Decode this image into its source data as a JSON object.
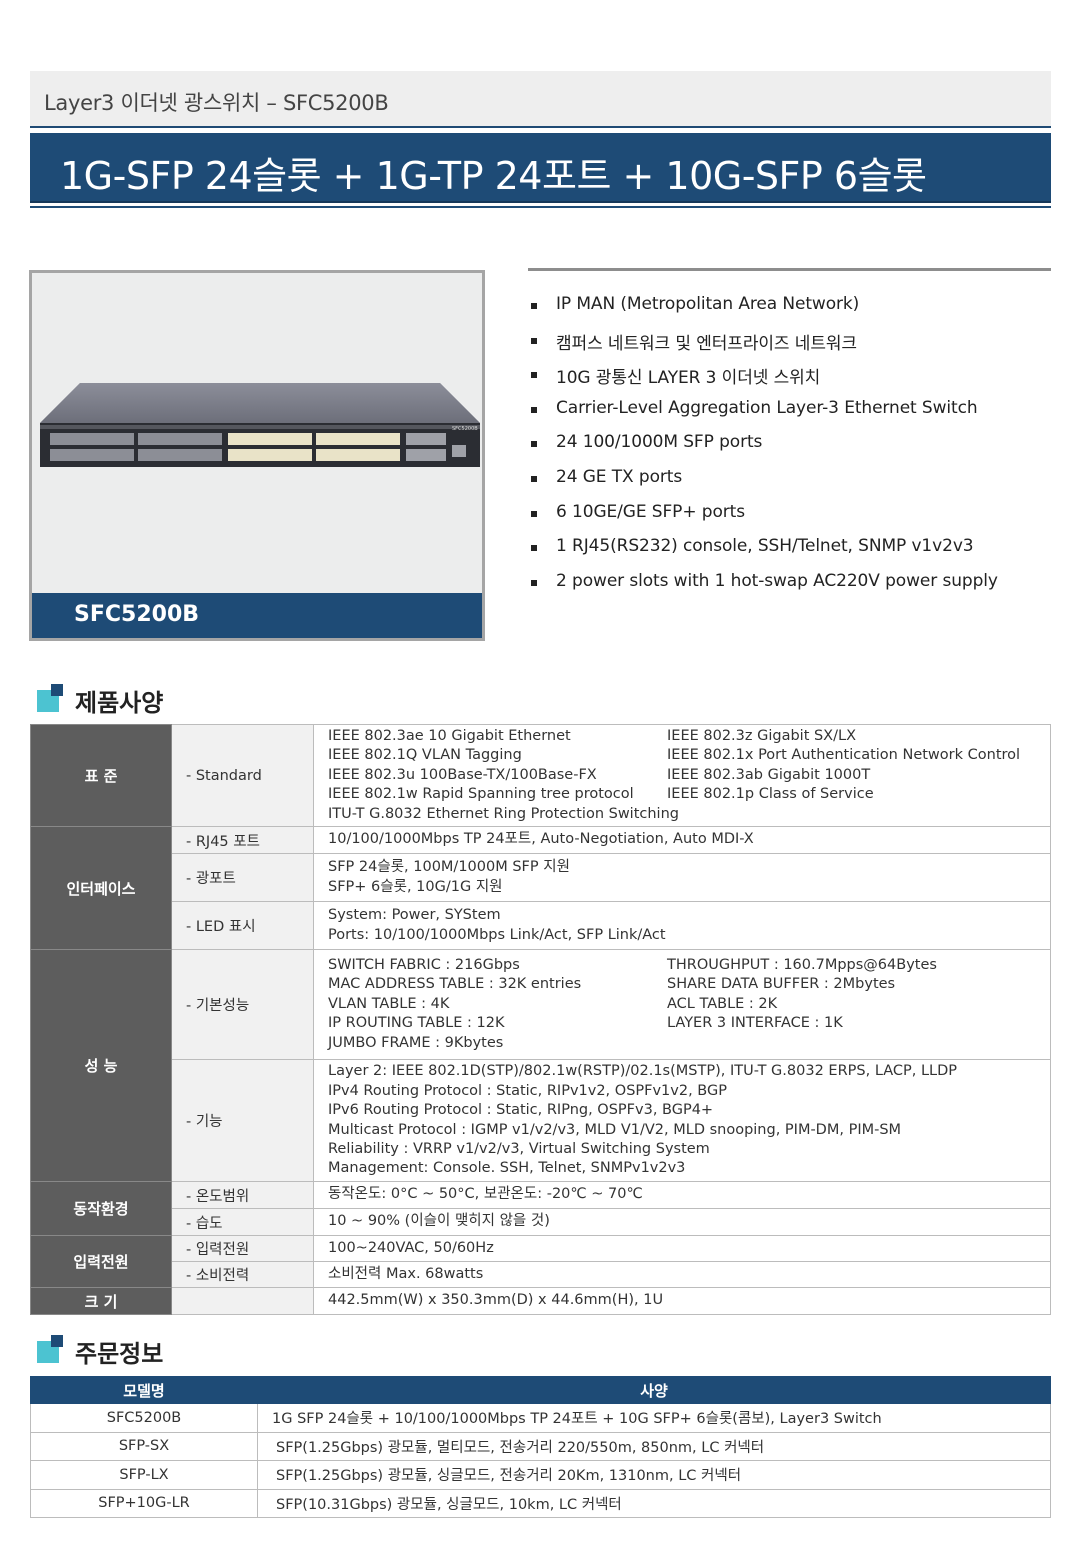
{
  "header": {
    "subtitle": "Layer3 이더넷 광스위치 – SFC5200B",
    "title": "1G-SFP 24슬롯  +  1G-TP 24포트  +  10G-SFP 6슬롯"
  },
  "product": {
    "caption": "SFC5200B",
    "device_label": "SFC5200B"
  },
  "features": [
    "IP MAN (Metropolitan Area Network)",
    "캠퍼스 네트워크 및 엔터프라이즈 네트워크",
    "10G 광통신 LAYER 3 이더넷 스위치",
    "Carrier-Level Aggregation Layer-3 Ethernet Switch",
    "24 100/1000M SFP ports",
    "24 GE TX ports",
    "6 10GE/GE SFP+ ports",
    "1 RJ45(RS232) console, SSH/Telnet, SNMP v1v2v3",
    "2 power slots with 1 hot-swap AC220V power supply"
  ],
  "spec": {
    "heading": "제품사양",
    "standard": {
      "cat": "표 준",
      "sub": "- Standard",
      "left": [
        "IEEE 802.3ae 10 Gigabit Ethernet",
        "IEEE 802.1Q VLAN Tagging",
        "IEEE 802.3u 100Base-TX/100Base-FX",
        "IEEE 802.1w Rapid Spanning tree protocol",
        "ITU-T G.8032 Ethernet Ring Protection Switching"
      ],
      "right": [
        "IEEE 802.3z Gigabit SX/LX",
        "IEEE 802.1x Port Authentication Network Control",
        "IEEE 802.3ab Gigabit 1000T",
        "IEEE 802.1p Class of Service"
      ]
    },
    "interface": {
      "cat": "인터페이스",
      "rj45_sub": "- RJ45 포트",
      "rj45_val": "10/100/1000Mbps TP 24포트,  Auto-Negotiation,  Auto MDI-X",
      "optical_sub": "- 광포트",
      "optical_val": [
        "SFP 24슬롯, 100M/1000M SFP 지원",
        "SFP+ 6슬롯, 10G/1G 지원"
      ],
      "led_sub": "- LED 표시",
      "led_val": [
        "System: Power, SYStem",
        "Ports: 10/100/1000Mbps Link/Act, SFP Link/Act"
      ]
    },
    "performance": {
      "cat": "성 능",
      "basic_sub": "- 기본성능",
      "basic_left": [
        "SWITCH FABRIC : 216Gbps",
        "MAC ADDRESS TABLE : 32K entries",
        "VLAN TABLE : 4K",
        "IP ROUTING TABLE : 12K",
        "JUMBO FRAME : 9Kbytes"
      ],
      "basic_right": [
        "THROUGHPUT : 160.7Mpps@64Bytes",
        "SHARE DATA BUFFER : 2Mbytes",
        "ACL TABLE : 2K",
        "LAYER 3 INTERFACE : 1K"
      ],
      "func_sub": "- 기능",
      "func_val": [
        "Layer 2: IEEE 802.1D(STP)/802.1w(RSTP)/02.1s(MSTP), ITU-T G.8032 ERPS, LACP, LLDP",
        "IPv4 Routing Protocol : Static, RIPv1v2, OSPFv1v2, BGP",
        "IPv6 Routing Protocol : Static, RIPng, OSPFv3, BGP4+",
        "Multicast Protocol : IGMP v1/v2/v3, MLD V1/V2, MLD snooping, PIM-DM, PIM-SM",
        "Reliability : VRRP v1/v2/v3, Virtual Switching System",
        "Management: Console. SSH, Telnet, SNMPv1v2v3"
      ]
    },
    "environment": {
      "cat": "동작환경",
      "temp_sub": "- 온도범위",
      "temp_val": "동작온도: 0°C ~ 50°C, 보관온도: -20℃ ~ 70℃",
      "hum_sub": "- 습도",
      "hum_val": "10 ~ 90% (이슬이 맺히지 않을 것)"
    },
    "power": {
      "cat": "입력전원",
      "in_sub": "- 입력전원",
      "in_val": "100~240VAC, 50/60Hz",
      "cons_sub": "- 소비전력",
      "cons_val": "소비전력 Max. 68watts"
    },
    "size": {
      "cat": "크 기",
      "val": "442.5mm(W) x 350.3mm(D) x 44.6mm(H), 1U"
    }
  },
  "order": {
    "heading": "주문정보",
    "col_model": "모델명",
    "col_spec": "사양",
    "rows": [
      {
        "model": "SFC5200B",
        "spec": "1G SFP 24슬롯 + 10/100/1000Mbps TP 24포트 + 10G SFP+ 6슬롯(콤보), Layer3 Switch"
      },
      {
        "model": "SFP-SX",
        "spec": "SFP(1.25Gbps) 광모듈, 멀티모드, 전송거리 220/550m, 850nm, LC 커넥터"
      },
      {
        "model": "SFP-LX",
        "spec": "SFP(1.25Gbps) 광모듈, 싱글모드, 전송거리 20Km, 1310nm, LC 커넥터"
      },
      {
        "model": "SFP+10G-LR",
        "spec": "SFP(10.31Gbps) 광모듈, 싱글모드, 10km, LC 커넥터"
      }
    ]
  },
  "colors": {
    "navy": "#1e4b76",
    "accent_cyan": "#4cc3d1",
    "category_gray": "#5d5d5d"
  }
}
